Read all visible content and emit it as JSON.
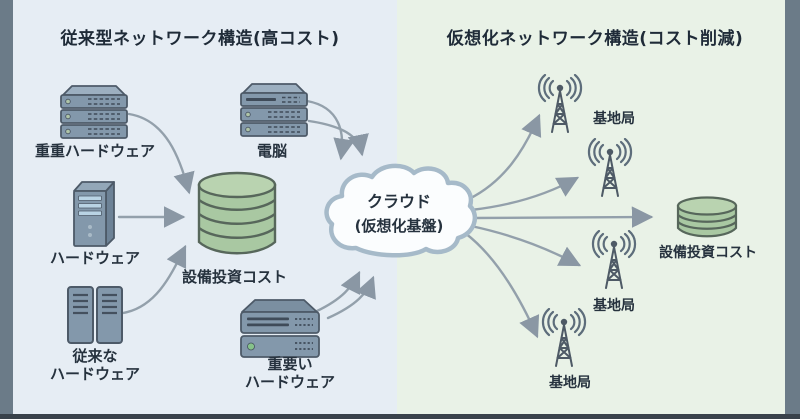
{
  "left_panel": {
    "title": "従来型ネットワーク構造(高コスト)",
    "heavy_stack_label": "重重ハードウェア",
    "computer_label": "電脳",
    "tower_label": "ハードウェア",
    "legacy_label_line1": "従来な",
    "legacy_label_line2": "ハードウェア",
    "investment_label": "設備投資コスト",
    "rack_label_line1": "重要い",
    "rack_label_line2": "ハードウェア"
  },
  "cloud": {
    "line1": "クラウド",
    "line2": "(仮想化基盤)"
  },
  "right_panel": {
    "title": "仮想化ネットワーク構造(コスト削減)",
    "base_station_labels": {
      "top": "基地局",
      "middle": "基地局",
      "bottom": "基地局"
    },
    "investment_label": "設備投資コスト"
  },
  "colors": {
    "frame": "#6b7b88",
    "bottom_strip": "#39424b",
    "panel_left_bg": "#e6edf4",
    "panel_right_bg": "#e9f2e7",
    "arrow": "#93a0ab",
    "server_fill": "#8398ab",
    "server_stroke": "#4d5a68",
    "server_top": "#9cafc0",
    "led_green": "#86c28a",
    "slat_blue": "#b9d3e4",
    "cylinder_fill": "#a9c8a2",
    "cylinder_top": "#b9d3b0",
    "cylinder_stroke": "#57675b",
    "cloud_fill": "#fbfdfe",
    "cloud_stroke": "#a6bac9",
    "tower_gray": "#4e5a66",
    "wave_gray": "#5d6d7b",
    "text": "#26323e"
  }
}
